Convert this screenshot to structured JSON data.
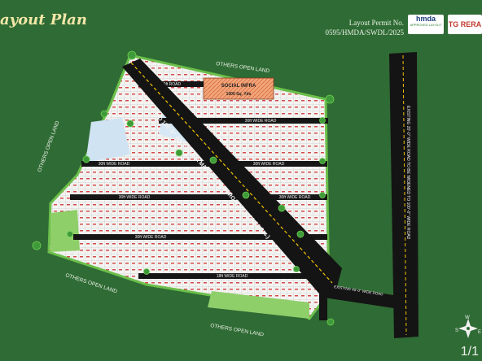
{
  "header": {
    "title": "ayout Plan",
    "permit_line1": "Layout Permit No.",
    "permit_line2": "0595/HMDA/SWDL/2025",
    "logo_hmda": "hmda",
    "logo_hmda_sub": "APPROVED LAYOUT",
    "logo_rera": "TG RERA"
  },
  "map_labels": {
    "others_open_land": "OTHERS OPEN LAND",
    "social_infra_line1": "SOCIAL INFRA",
    "social_infra_line2": "1000 Sq. Yds",
    "road_30": "30ft WIDE ROAD",
    "road_30_short": "30ft ROAD",
    "road_18": "18ft WIDE ROAD",
    "master_plan": "PROPOSED 100'-0\" WIDE HMDA MASTER PLAN ROAD (Ac. 01-34 Gts.)",
    "existing_road_east": "EXISTING 20'-0\" WIDE ROAD TO BE WIDENED TO 100'-0\" WIDE ROAD",
    "existing_road_south": "EXISTING 40'-0\" WIDE ROAD"
  },
  "compass": {
    "w": "W",
    "e": "E",
    "s": "S"
  },
  "page_indicator": "1/1",
  "colors": {
    "background": "#2f6b34",
    "road": "#141414",
    "centerline": "#f2c200",
    "plot": "#f4f4f2",
    "social_infra": "#e98a5a",
    "park": "#8fcf6a",
    "water": "#cfe3f3"
  }
}
